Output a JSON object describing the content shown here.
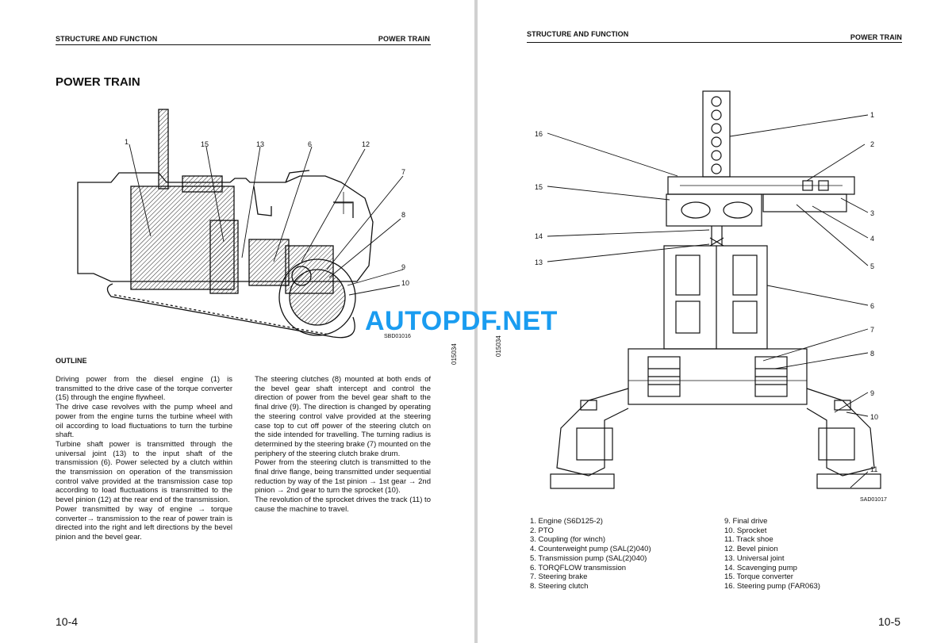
{
  "left": {
    "header_left": "STRUCTURE AND FUNCTION",
    "header_right": "POWER TRAIN",
    "title": "POWER TRAIN",
    "figure": {
      "labels": [
        "1",
        "15",
        "13",
        "6",
        "12",
        "7",
        "8",
        "9",
        "10"
      ],
      "code": "SBD01016"
    },
    "outline_heading": "OUTLINE",
    "col1": [
      "Driving power from the diesel engine (1) is transmitted to the drive case of the torque converter (15) through the engine flywheel.",
      "The drive case revolves with the pump wheel and power from the engine turns the turbine wheel with oil according to load fluctuations to turn the turbine shaft.",
      "Turbine shaft power is transmitted through the universal joint (13) to the input shaft of the transmission (6). Power selected by a clutch within the transmission on operation of the transmission control valve provided at the transmission case top according to load fluctuations is transmitted to the bevel pinion (12) at the rear end of the transmission.",
      "Power transmitted by way of engine → torque converter→ transmission to the rear of power train is directed into the right and left directions by the bevel pinion and the bevel gear."
    ],
    "col2": [
      "The steering clutches (8) mounted at both ends of the bevel gear shaft intercept and control the direction of power from the bevel gear shaft to the final drive (9). The direction is changed by operating the steering control valve provided at the steering case top to cut off power of the steering clutch on the side intended for travelling. The turning radius is determined by the steering brake (7) mounted on the periphery of the steering clutch brake drum.",
      "Power from the steering clutch is transmitted to the final drive flange, being transmitted under sequential reduction by way of the 1st pinion → 1st gear → 2nd pinion → 2nd gear to turn the sprocket (10).",
      "The revolution of the sprocket drives the track (11) to cause the machine to travel."
    ],
    "page_number": "10-4",
    "side_number": "015034"
  },
  "right": {
    "header_left": "STRUCTURE AND FUNCTION",
    "header_right": "POWER TRAIN",
    "figure": {
      "labels_left": [
        "16",
        "15",
        "14",
        "13"
      ],
      "labels_right": [
        "1",
        "2",
        "3",
        "4",
        "5",
        "6",
        "7",
        "8",
        "9",
        "10",
        "11"
      ],
      "code": "SAD01017"
    },
    "legend_left": [
      "1. Engine (S6D125-2)",
      "2. PTO",
      "3. Coupling (for winch)",
      "4. Counterweight pump (SAL(2)040)",
      "5. Transmission pump (SAL(2)040)",
      "6. TORQFLOW transmission",
      "7. Steering brake",
      "8. Steering clutch"
    ],
    "legend_right": [
      "9. Final drive",
      "10. Sprocket",
      "11. Track shoe",
      "12. Bevel pinion",
      "13. Universal joint",
      "14. Scavenging pump",
      "15. Torque converter",
      "16. Steering pump (FAR063)"
    ],
    "page_number": "10-5",
    "side_number": "015034"
  },
  "watermark": "AUTOPDF.NET",
  "colors": {
    "watermark": "#1a9cf0",
    "ink": "#111111",
    "paper": "#ffffff"
  }
}
